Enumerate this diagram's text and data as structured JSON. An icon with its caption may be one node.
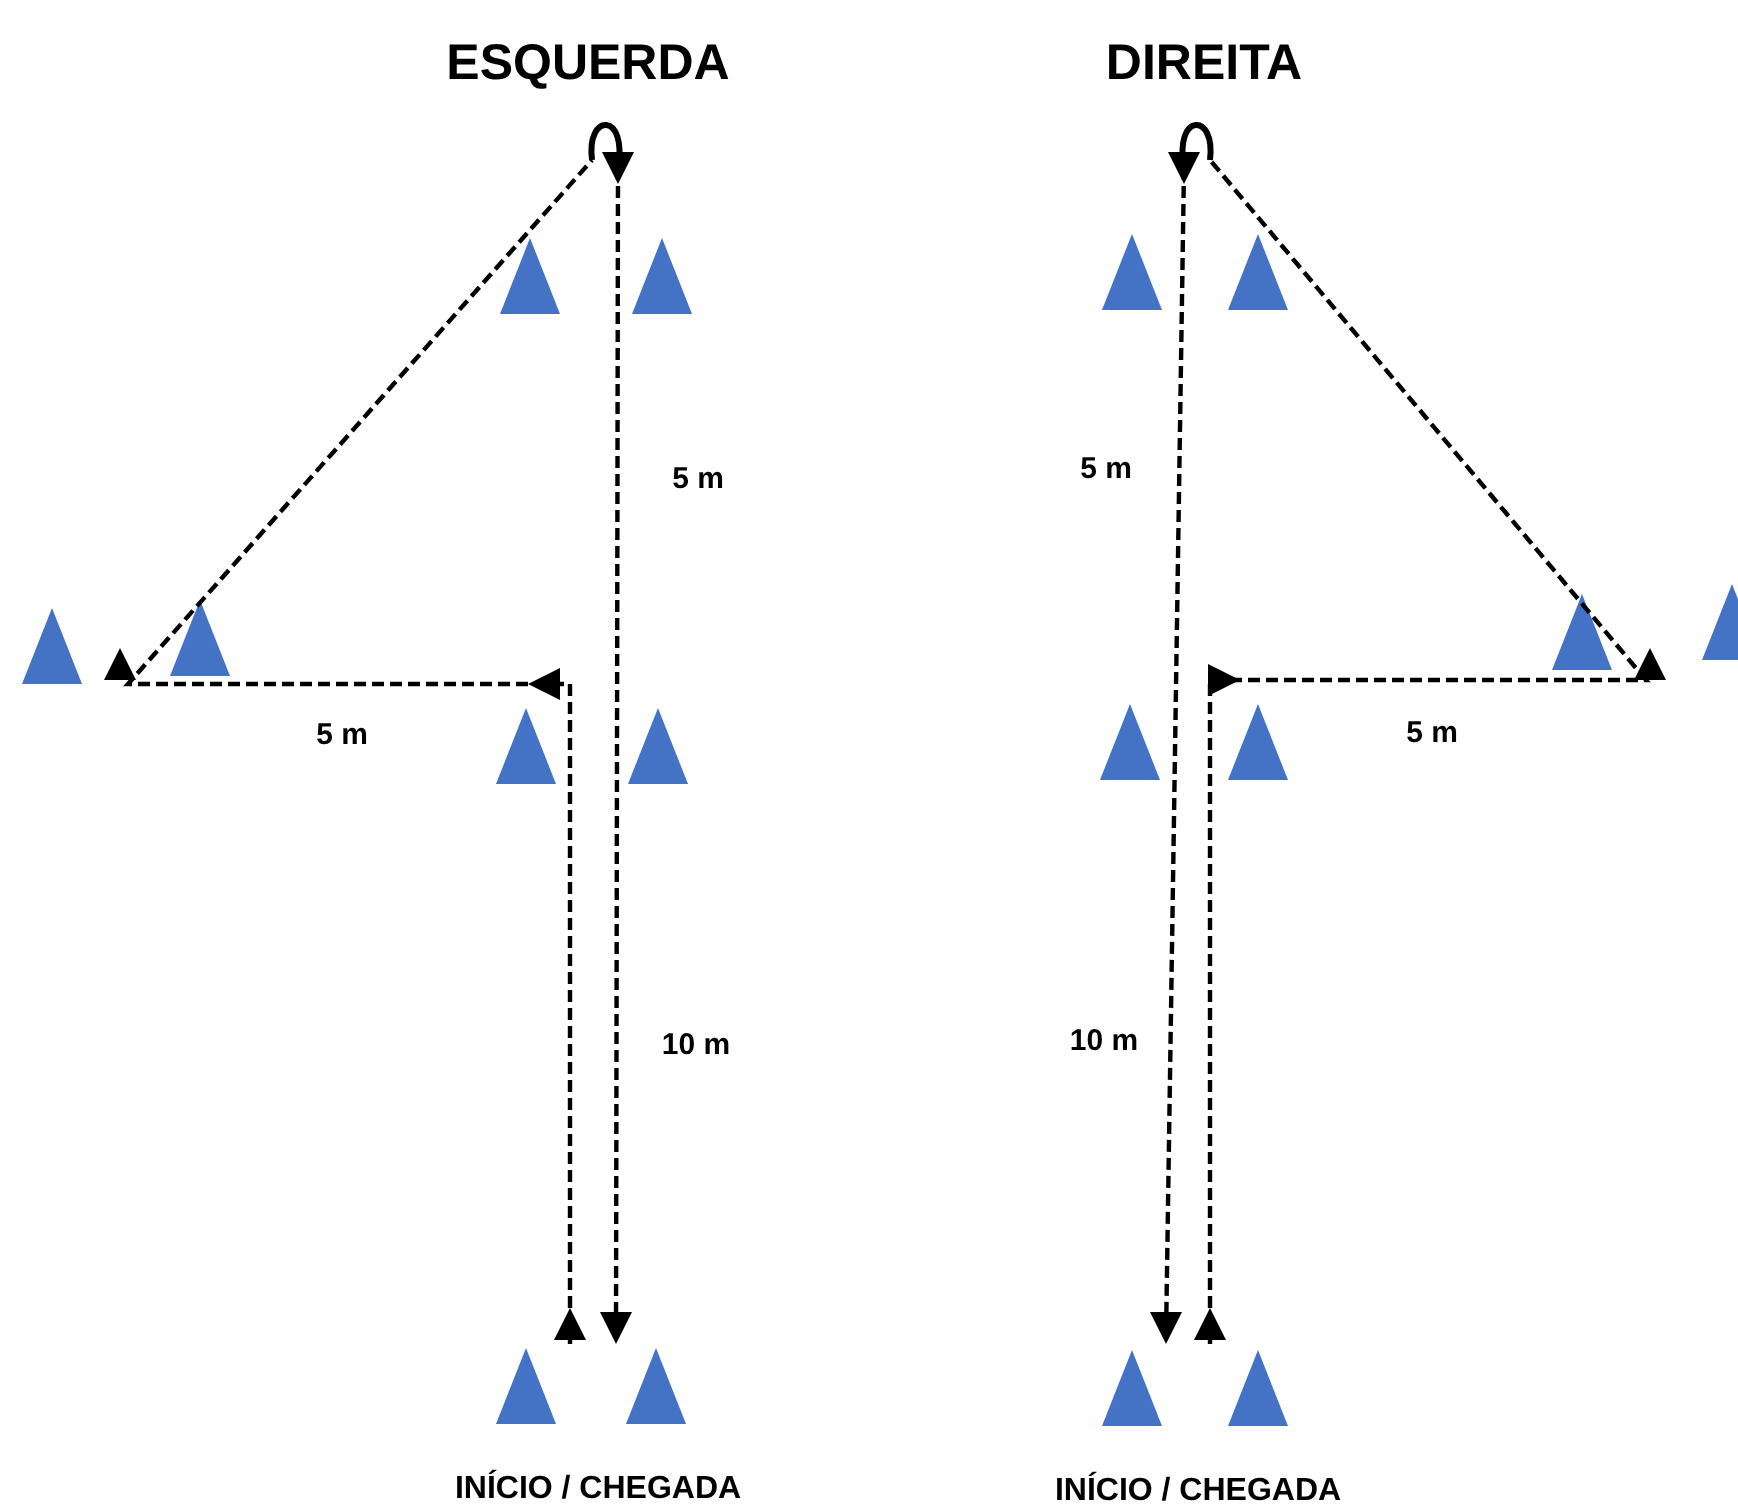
{
  "diagram": {
    "labels": [
      "ESQUERDA",
      "DIREITA",
      "5 m",
      "5 m",
      "5 m",
      "5 m",
      "10 m",
      "10 m",
      "INÍCIO / CHEGADA",
      "INÍCIO / CHEGADA"
    ]
  }
}
